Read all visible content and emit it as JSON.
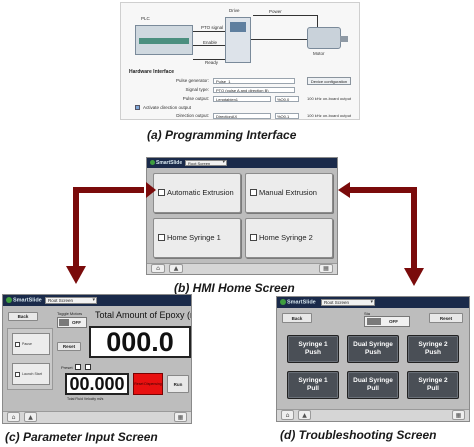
{
  "programming": {
    "plc_label": "PLC",
    "drive_label": "Drive",
    "power_label": "Power",
    "motor_label": "Motor",
    "signal_pto": "PTO signal",
    "signal_enable": "Enable",
    "signal_ready": "Ready",
    "hardware_title": "Hardware Interface",
    "rows": [
      {
        "label": "Pulse generator:",
        "value": "Pulse_1",
        "extra": "Device configuration"
      },
      {
        "label": "Signal type:",
        "value": "PTO (pulse A and direction B)",
        "extra": ""
      },
      {
        "label": "Pulse output:",
        "value": "Lengtabien1",
        "value2": "%Q0.0",
        "extra": "100 kHz on-board output"
      },
      {
        "label": "Activate direction output",
        "value": "",
        "extra": ""
      },
      {
        "label": "Direction output:",
        "value": "DirectionAX",
        "value2": "%Q0.1",
        "extra": "100 kHz on-board output"
      }
    ]
  },
  "captions": {
    "a": "(a) Programming Interface",
    "b": "(b) HMI Home Screen",
    "c": "(c) Parameter Input Screen",
    "d": "(d) Troubleshooting Screen"
  },
  "hmi_common": {
    "logo": "SmartSlide",
    "home_icon": "home-icon",
    "up_icon": "arrow-up-icon",
    "grid_icon": "grid-icon"
  },
  "home": {
    "screen_selector": "Root Screen",
    "buttons": [
      "Automatic Extrusion",
      "Manual Extrusion",
      "Home Syringe 1",
      "Home Syringe 2"
    ]
  },
  "param": {
    "screen_selector": "Root Screen",
    "back": "Back",
    "toggle_label": "Toggle Motors",
    "toggle_off": "OFF",
    "reset": "Reset",
    "title": "Total Amount of Epoxy (ml)",
    "total_value": "000.0",
    "left_items": [
      "Pause",
      "Launch Start"
    ],
    "preset_label": "Preset",
    "fluid_value": "00.000",
    "fluid_label": "Total Fluid Velocity ml/s",
    "red_button": "Reset Dispensing",
    "run": "Run"
  },
  "trouble": {
    "screen_selector": "Root Screen",
    "back": "Back",
    "toggle_label": "Sta",
    "toggle_off": "OFF",
    "reset": "Reset",
    "buttons": [
      [
        "Syringe 1",
        "Push"
      ],
      [
        "Dual Syringe",
        "Push"
      ],
      [
        "Syringe 2",
        "Push"
      ],
      [
        "Syringe 1",
        "Pull"
      ],
      [
        "Dual Syringe",
        "Pull"
      ],
      [
        "Syringe 2",
        "Pull"
      ]
    ]
  },
  "colors": {
    "arrow": "#7a0b0b",
    "hmi_topbar": "#1a2a4a",
    "troubleshoot_button": "#4a4f56",
    "stop_red": "#e81010"
  }
}
